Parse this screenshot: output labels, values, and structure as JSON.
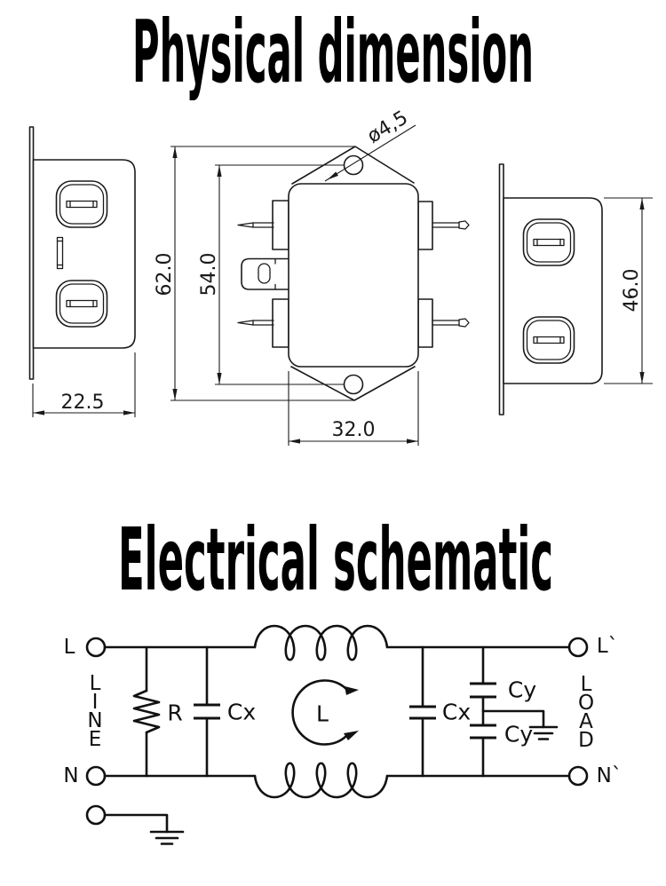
{
  "titles": {
    "physical": "Physical dimension",
    "electrical": "Electrical schematic"
  },
  "physical": {
    "left_view": {
      "width_dim": "22.5"
    },
    "front_view": {
      "overall_height_dim": "62.0",
      "hole_spacing_dim": "54.0",
      "body_width_dim": "32.0",
      "hole_diameter_dim": "ø4,5"
    },
    "right_view": {
      "body_height_dim": "46.0"
    }
  },
  "schematic": {
    "terminals": {
      "line_live": "L",
      "line_neutral": "N",
      "load_live": "L`",
      "load_neutral": "N`"
    },
    "side_labels": {
      "line": "LINE",
      "load": "LOAD"
    },
    "components": {
      "discharge_resistor": "R",
      "cx_input": "Cx",
      "choke": "L",
      "cx_output": "Cx",
      "cy_upper": "Cy",
      "cy_lower": "Cy"
    }
  }
}
